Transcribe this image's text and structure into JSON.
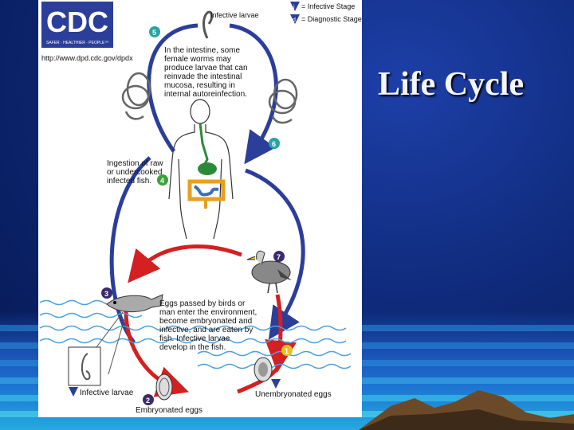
{
  "slide": {
    "title": "Life Cycle"
  },
  "diagram": {
    "logo_text": "CDC",
    "logo_tagline": "SAFER · HEALTHIER · PEOPLE™",
    "url": "http://www.dpd.cdc.gov/dpdx",
    "legend": {
      "infective_letter": "i",
      "infective_label": "= Infective Stage",
      "diagnostic_letter": "d",
      "diagnostic_label": "= Diagnostic Stage"
    },
    "labels": {
      "infective_larvae_top": "Infective larvae",
      "intestine_1": "In the intestine, some",
      "intestine_2": "female worms may",
      "intestine_3": "produce larvae that can",
      "intestine_4": "reinvade the intestinal",
      "intestine_5": "mucosa, resulting in",
      "intestine_6": "internal autoreinfection.",
      "ingestion_1": "Ingestion of raw",
      "ingestion_2": "or undercooked",
      "ingestion_3": "infected fish.",
      "eggs_1": "Eggs passed by birds or",
      "eggs_2": "man enter the environment,",
      "eggs_3": "become embryonated and",
      "eggs_4": "infective, and are eaten by",
      "eggs_5": "fish.  Infective larvae",
      "eggs_6": "develop in the fish.",
      "infective_larvae_bottom": "Infective larvae",
      "embryonated_eggs": "Embryonated eggs",
      "unembryonated_eggs": "Unembryonated eggs"
    },
    "steps": [
      "1",
      "2",
      "3",
      "4",
      "5",
      "6",
      "7"
    ],
    "colors": {
      "blue_arrow": "#2a3e9a",
      "red_arrow": "#d42020",
      "step_teal": "#2aa3a3",
      "step_green": "#3aa33a",
      "step_purple": "#3a2a6e",
      "step_yellow": "#e8c020",
      "infective_marker": "#2a3e9a"
    }
  }
}
